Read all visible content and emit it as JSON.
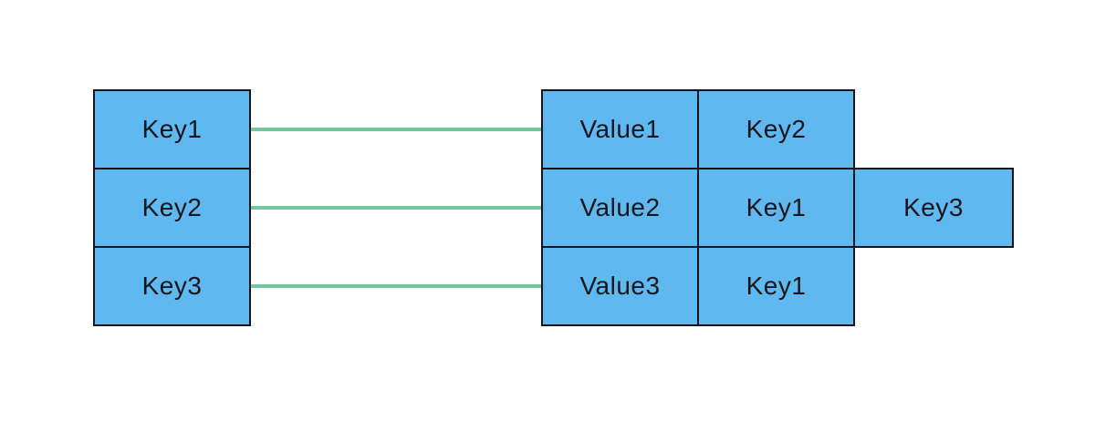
{
  "colors": {
    "box_fill": "#5fb9f0",
    "box_border": "#11141b",
    "connector": "#74c89b",
    "text": "#14161c",
    "background": "#ffffff"
  },
  "left_table": {
    "cells": [
      {
        "label": "Key1"
      },
      {
        "label": "Key2"
      },
      {
        "label": "Key3"
      }
    ]
  },
  "right_table": {
    "rows": [
      {
        "value": "Value1",
        "key": "Key2"
      },
      {
        "value": "Value2",
        "key": "Key1"
      },
      {
        "value": "Value3",
        "key": "Key1"
      }
    ]
  },
  "overflow_cell": {
    "label": "Key3"
  },
  "connectors": [
    {
      "from": "Key1",
      "to": "Value1"
    },
    {
      "from": "Key2",
      "to": "Value2"
    },
    {
      "from": "Key3",
      "to": "Value3"
    }
  ]
}
